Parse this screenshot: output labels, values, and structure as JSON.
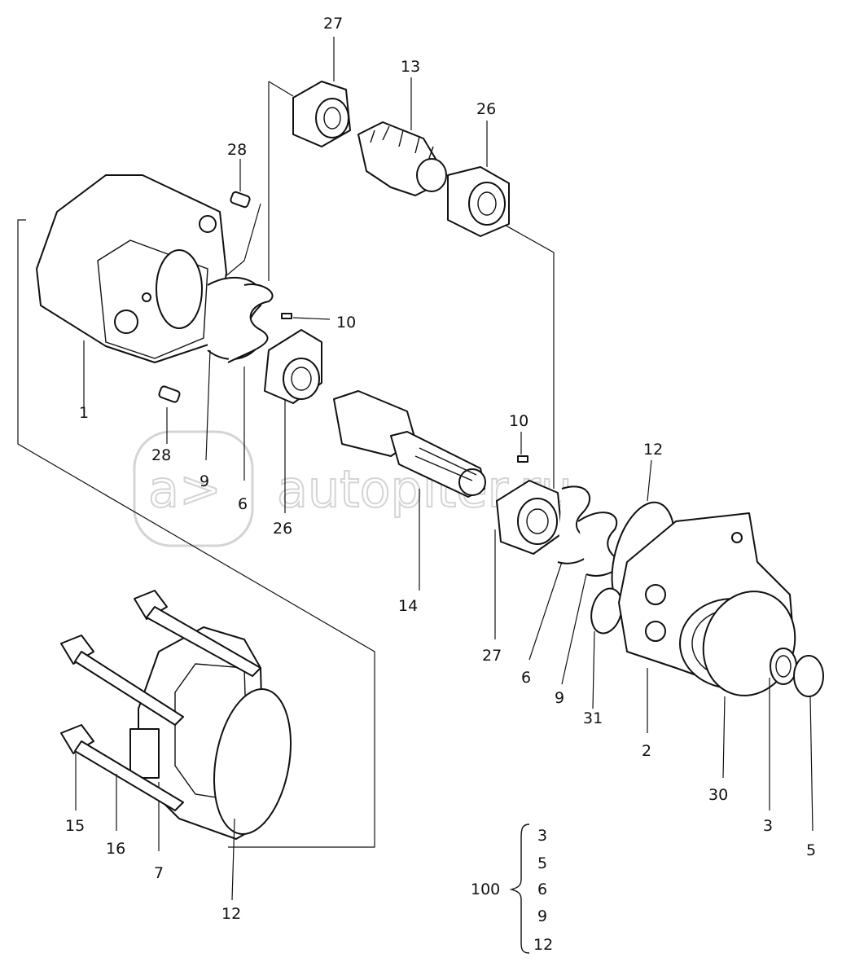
{
  "watermark": {
    "text": "autopiter.ru",
    "logo_text": "a>"
  },
  "callouts": {
    "p27_top": "27",
    "p13": "13",
    "p26_top": "26",
    "p28_top": "28",
    "p10_upper": "10",
    "p1": "1",
    "p28_bottom": "28",
    "p9_left": "9",
    "p6_left": "6",
    "p26_mid": "26",
    "p14": "14",
    "p10_right": "10",
    "p12_right": "12",
    "p27_right": "27",
    "p6_right": "6",
    "p9_right": "9",
    "p31": "31",
    "p2": "2",
    "p30": "30",
    "p3": "3",
    "p5": "5",
    "p15": "15",
    "p16": "16",
    "p7": "7",
    "p12_bottom": "12"
  },
  "kit": {
    "number": "100",
    "items": [
      "3",
      "5",
      "6",
      "9",
      "12"
    ]
  }
}
